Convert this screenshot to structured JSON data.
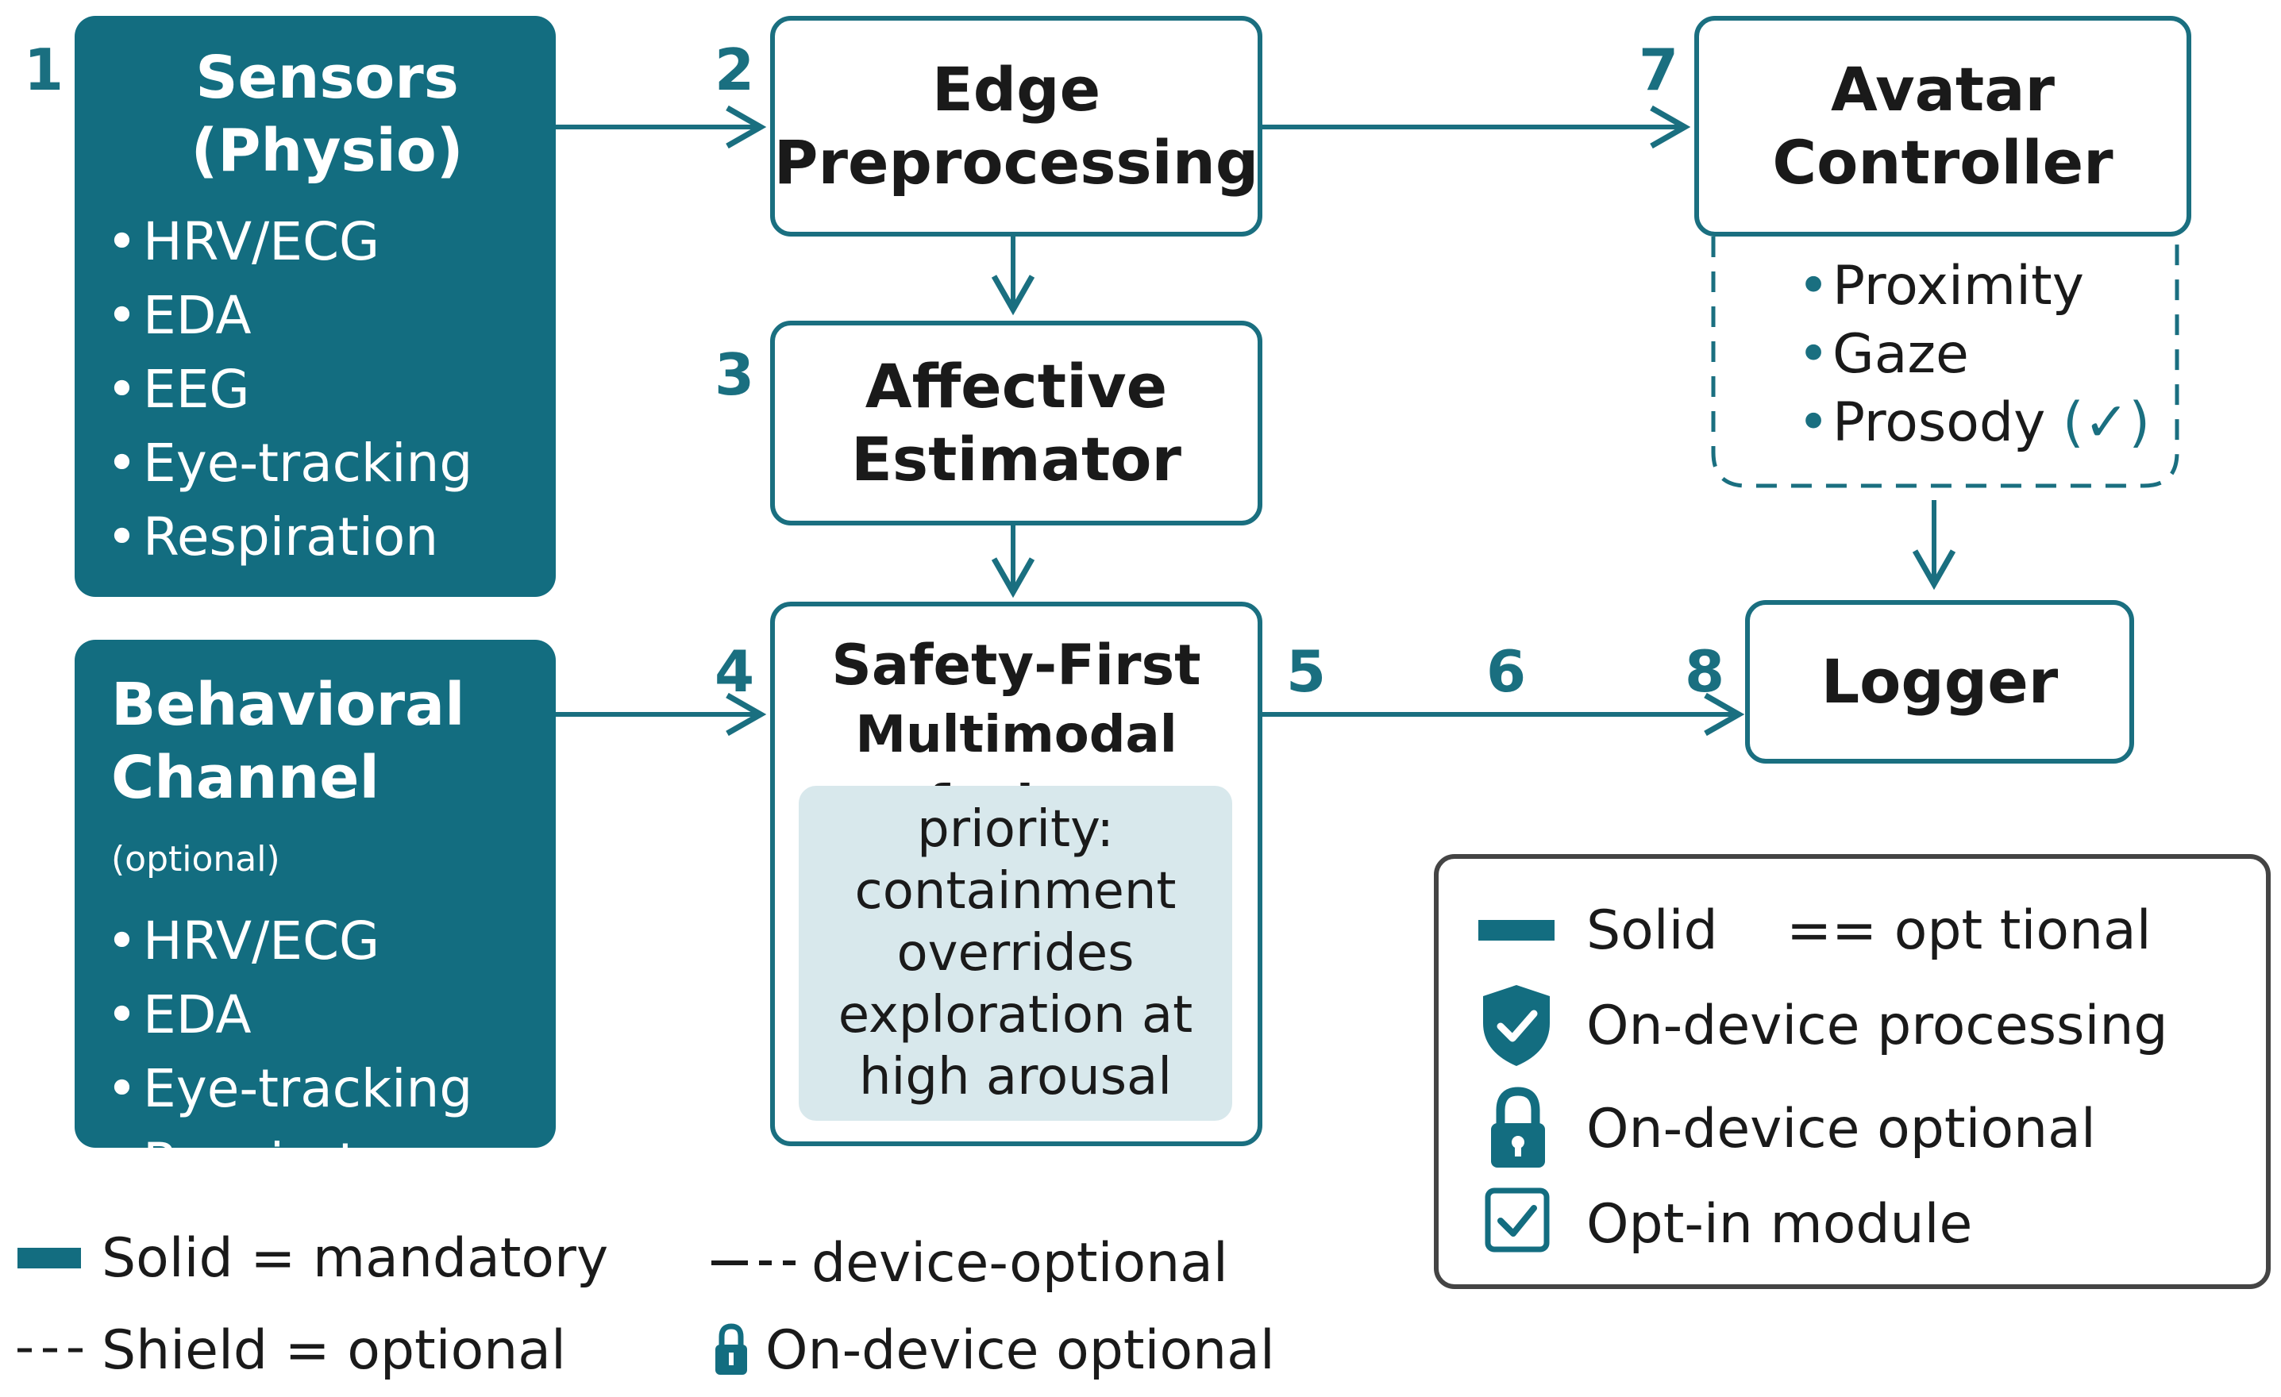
{
  "steps": [
    "1",
    "2",
    "3",
    "4",
    "5",
    "6",
    "7",
    "8"
  ],
  "sensors": {
    "title_line1": "Sensors",
    "title_line2": "(Physio)",
    "items": [
      "HRV/ECG",
      "EDA",
      "EEG",
      "Eye-tracking",
      "Respiration"
    ]
  },
  "behavioral": {
    "title_line1": "Behavioral",
    "title_line2": "Channel",
    "optional_tag": "(optional)",
    "items": [
      "HRV/ECG",
      "EDA",
      "Eye-tracking",
      "Respiraton"
    ]
  },
  "edge_preprocessing": {
    "line1": "Edge",
    "line2": "Preprocessing"
  },
  "affective_estimator": {
    "line1": "Affective",
    "line2": "Estimator"
  },
  "fusion": {
    "line1": "Safety-First",
    "line2": "Multimodal fusion",
    "note_lines": [
      "priority:",
      "containment",
      "overrides",
      "exploration at",
      "high arousal"
    ]
  },
  "avatar_controller": {
    "line1": "Avatar",
    "line2": "Controller",
    "items": [
      "Proximity",
      "Gaze",
      "Prosody"
    ],
    "prosody_mark": "(✓)"
  },
  "logger": {
    "label": "Logger"
  },
  "legend": {
    "items": [
      {
        "icon": "solid-bar",
        "text": "Solid    == opt tional"
      },
      {
        "icon": "shield-check",
        "text": "On-device processing"
      },
      {
        "icon": "padlock",
        "text": "On-device optional"
      },
      {
        "icon": "checkbox",
        "text": "Opt-in module"
      }
    ]
  },
  "bottom_legend": {
    "solid": "Solid = mandatory",
    "device_optional": "device-optional",
    "shield": "Shield = optional",
    "on_device": "On-device optional"
  },
  "colors": {
    "teal": "#136d80",
    "stroke": "#1a6f80",
    "note_fill": "#d8e8ec",
    "legend_border": "#444444"
  }
}
